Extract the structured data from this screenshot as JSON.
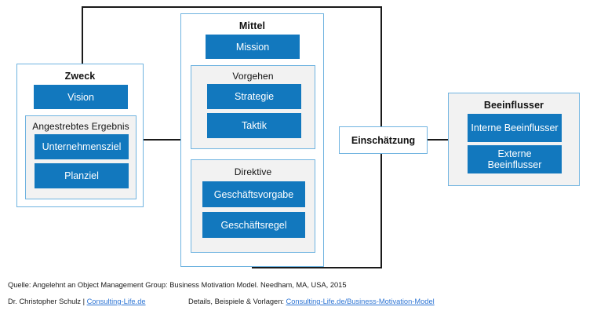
{
  "diagram": {
    "title_hidden": "Business Motivation Model",
    "colors": {
      "leaf_blue": "#1278BE",
      "group_border": "#6FB3E0",
      "group_shaded_bg": "#F2F2F2",
      "connector": "#1A1A1A",
      "link": "#2E75D4"
    },
    "groups": {
      "zweck": {
        "label": "Zweck",
        "leaf": "Vision",
        "sub": {
          "label": "Angestrebtes Ergebnis",
          "items": [
            "Unternehmensziel",
            "Planziel"
          ]
        }
      },
      "mittel": {
        "label": "Mittel",
        "leaf": "Mission",
        "vorgehen": {
          "label": "Vorgehen",
          "items": [
            "Strategie",
            "Taktik"
          ]
        },
        "direktive": {
          "label": "Direktive",
          "items": [
            "Geschäftsvorgabe",
            "Geschäftsregel"
          ]
        }
      },
      "einschaetzung": {
        "label": "Einschätzung"
      },
      "beeinflusser": {
        "label": "Beeinflusser",
        "items": [
          "Interne Beeinflusser",
          "Externe Beeinflusser"
        ]
      }
    }
  },
  "footer": {
    "source": "Quelle: Angelehnt an Object Management Group: Business Motivation Model. Needham, MA, USA, 2015",
    "author_prefix": "Dr. Christopher Schulz | ",
    "author_link": "Consulting-Life.de",
    "details_prefix": "Details, Beispiele & Vorlagen: ",
    "details_link": "Consulting-Life.de/Business-Motivation-Model"
  }
}
